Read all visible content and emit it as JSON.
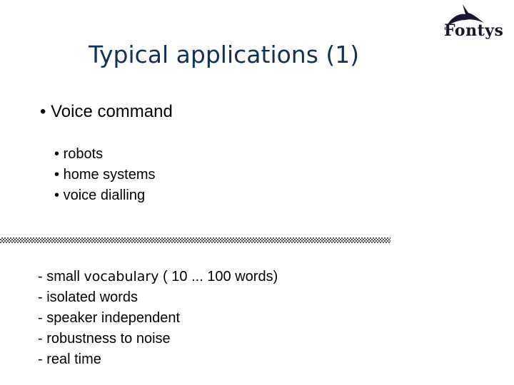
{
  "logo": {
    "text": "Fontys"
  },
  "title": "Typical applications (1)",
  "main_bullet": {
    "marker": "•",
    "text": "Voice command"
  },
  "sub_bullets": [
    {
      "marker": "•",
      "text": "robots"
    },
    {
      "marker": "•",
      "text": "home systems"
    },
    {
      "marker": "•",
      "text": "voice dialling"
    }
  ],
  "requirements": [
    {
      "prefix": "- small ",
      "mono": "vocabulary",
      "suffix": " ( 10 ... 100 words)"
    },
    {
      "text": "- isolated words"
    },
    {
      "text": "- speaker independent"
    },
    {
      "text": "- robustness to noise"
    },
    {
      "text": "- real time"
    }
  ]
}
